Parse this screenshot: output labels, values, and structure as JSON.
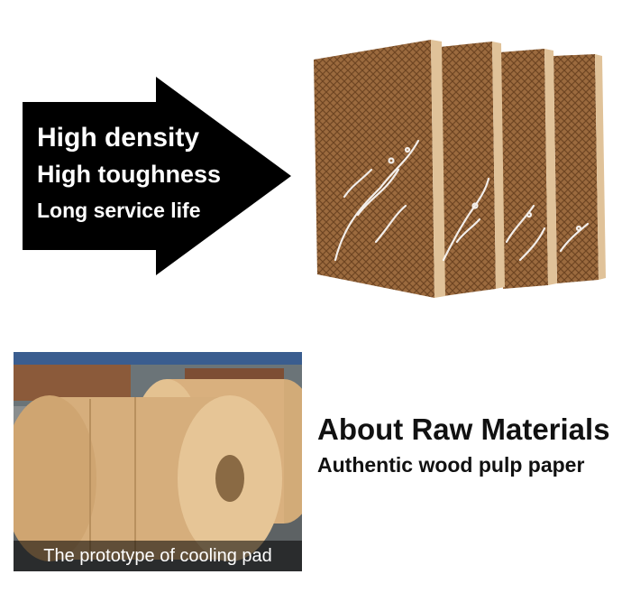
{
  "features": {
    "line1": "High density",
    "line2": "High toughness",
    "line3": "Long service life"
  },
  "raw_materials": {
    "title": "About Raw Materials",
    "subtitle": "Authentic wood pulp paper"
  },
  "photo": {
    "caption": "The prototype of cooling pad"
  },
  "colors": {
    "arrow": "#000000",
    "pad": "#9b6a3e",
    "pad_edge": "#e0c299",
    "roll": "#d9b07e",
    "text": "#111111"
  }
}
